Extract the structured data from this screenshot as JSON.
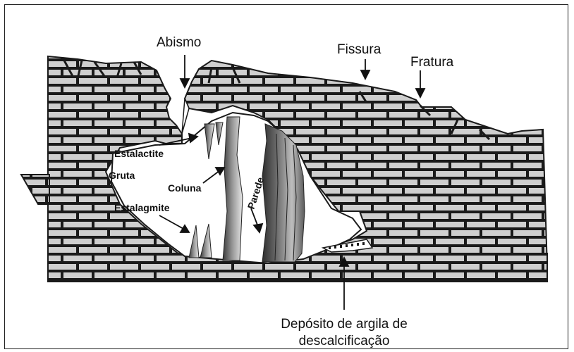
{
  "labels": {
    "abismo": "Abismo",
    "fissura": "Fissura",
    "fratura": "Fratura",
    "estalactite": "Estalactite",
    "gruta": "Gruta",
    "coluna": "Coluna",
    "parede": "Parede",
    "estalagmite": "Estalagmite",
    "deposito_line1": "Depósito de argila de",
    "deposito_line2": "descalcificação"
  },
  "colors": {
    "brick_fill": "#cfcfcf",
    "mortar": "#1a1a1a",
    "cave": "#ffffff",
    "formation_dark": "#4a4a4a",
    "formation_light": "#d8d8d8"
  }
}
